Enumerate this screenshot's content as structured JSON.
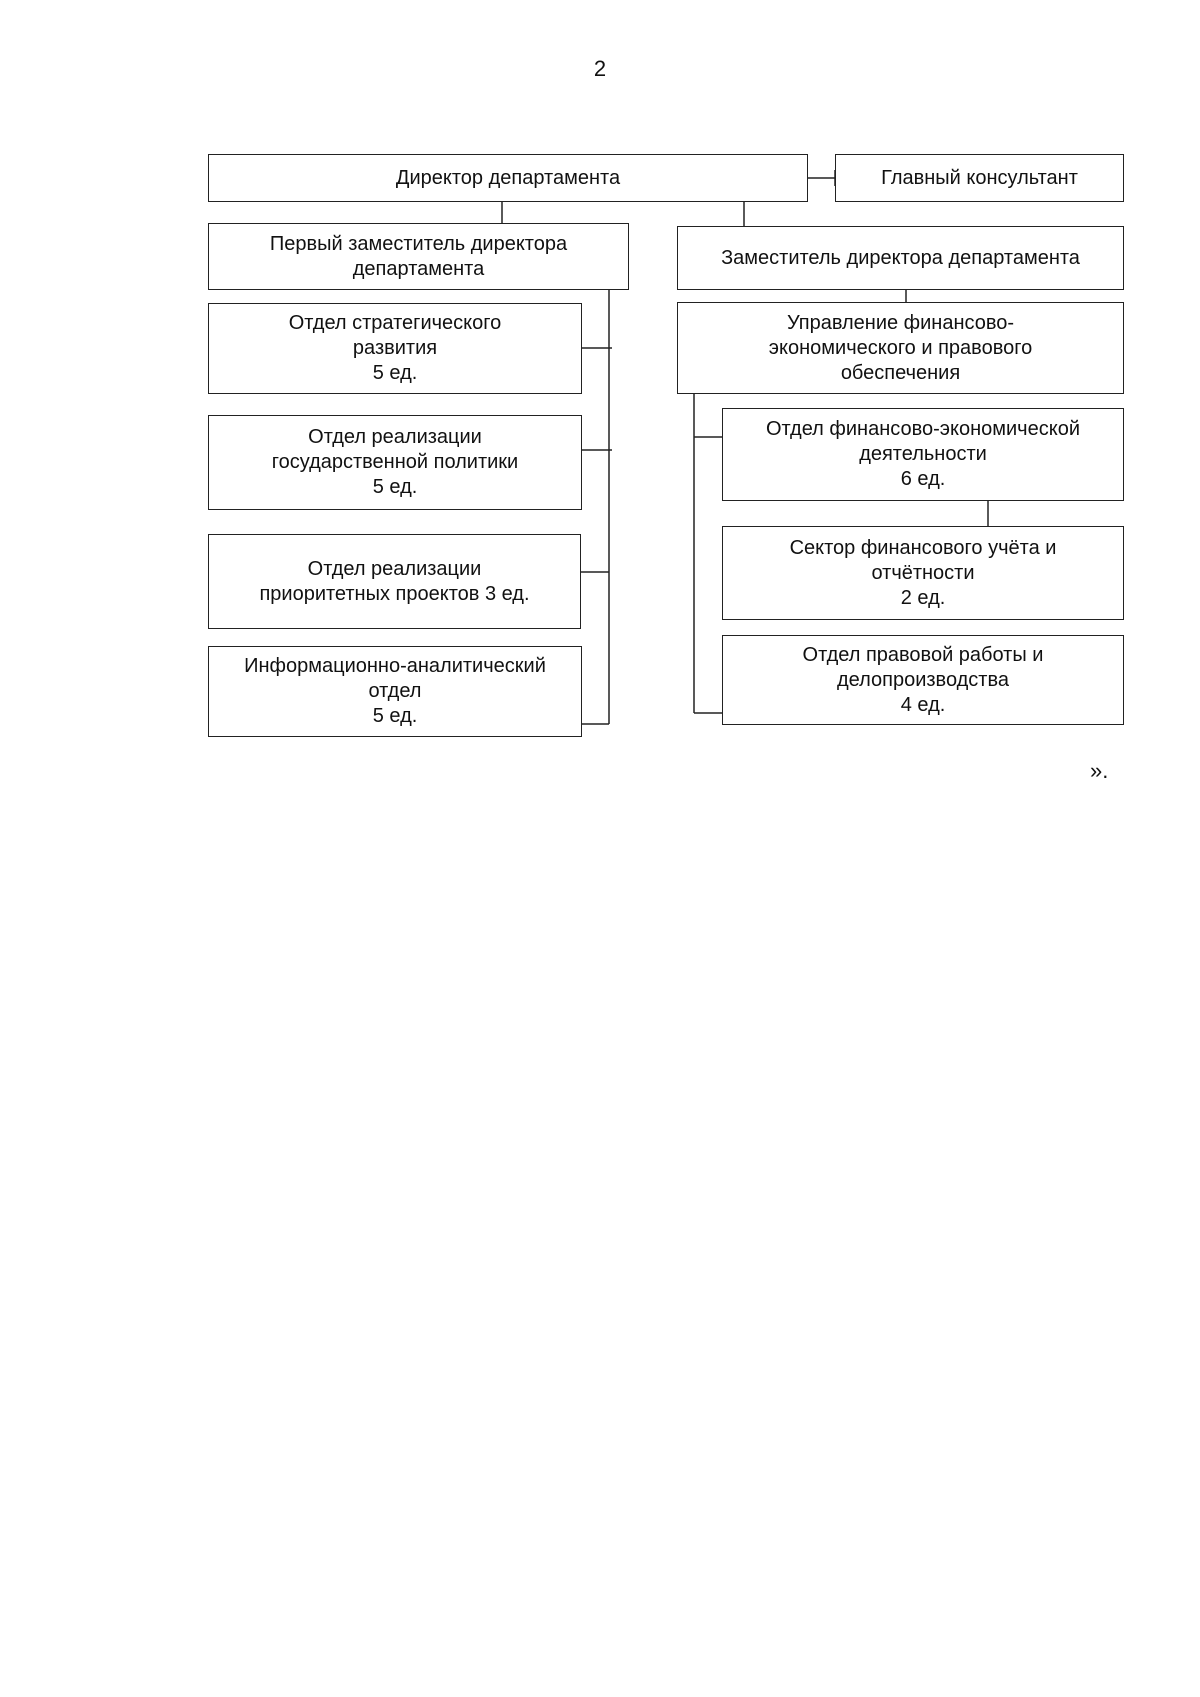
{
  "page_number": "2",
  "closing_mark": "».",
  "org_chart": {
    "director": "Директор департамента",
    "chief_consultant": "Главный консультант",
    "first_deputy": [
      "Первый заместитель директора",
      "департамента"
    ],
    "deputy": "Заместитель директора департамента",
    "left_units": [
      {
        "lines": [
          "Отдел стратегического",
          "развития",
          "5 ед."
        ]
      },
      {
        "lines": [
          "Отдел реализации",
          "государственной политики",
          "5 ед."
        ]
      },
      {
        "lines": [
          "Отдел реализации",
          "приоритетных проектов 3 ед."
        ]
      },
      {
        "lines": [
          "Информационно-аналитический",
          "отдел",
          "5 ед."
        ]
      }
    ],
    "directorate": [
      "Управление финансово-",
      "экономического и правового",
      "обеспечения"
    ],
    "right_units": [
      {
        "lines": [
          "Отдел финансово-экономической",
          "деятельности",
          "6 ед."
        ]
      },
      {
        "lines": [
          "Сектор финансового учёта и",
          "отчётности",
          "2 ед."
        ]
      },
      {
        "lines": [
          "Отдел правовой работы и",
          "делопроизводства",
          "4 ед."
        ]
      }
    ]
  }
}
